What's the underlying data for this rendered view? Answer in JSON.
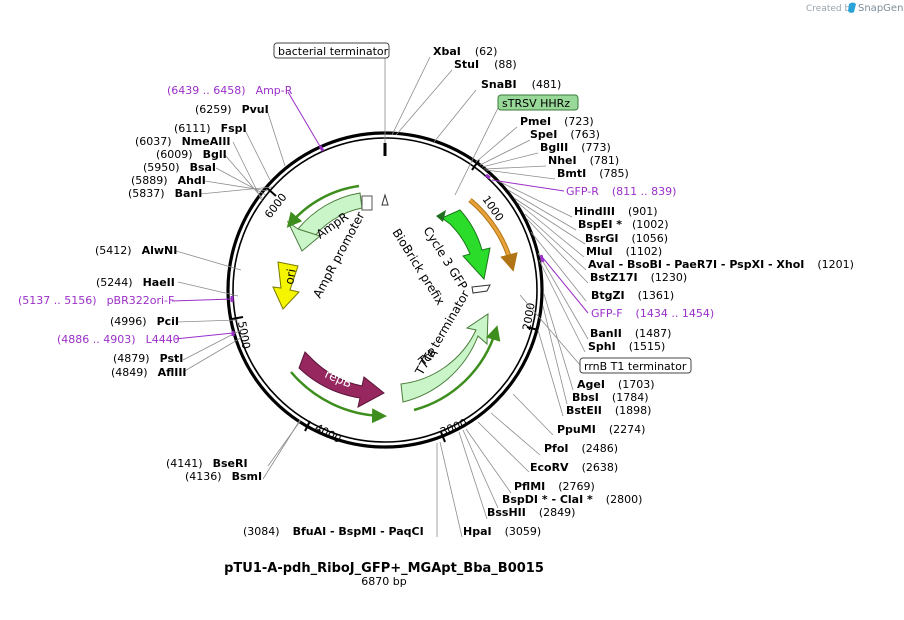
{
  "brand": {
    "created_by": "Created by",
    "app": "SnapGene"
  },
  "plasmid": {
    "name": "pTU1-A-pdh_RiboJ_GFP+_MGApt_Bba_B0015",
    "size": "6870 bp"
  },
  "ticks": [
    "1000",
    "2000",
    "3000",
    "4000",
    "5000",
    "6000"
  ],
  "sites": [
    {
      "name": "XbaI",
      "pos": "(62)"
    },
    {
      "name": "StuI",
      "pos": "(88)"
    },
    {
      "name": "SnaBI",
      "pos": "(481)"
    },
    {
      "name": "PmeI",
      "pos": "(723)"
    },
    {
      "name": "SpeI",
      "pos": "(763)"
    },
    {
      "name": "BglII",
      "pos": "(773)"
    },
    {
      "name": "NheI",
      "pos": "(781)"
    },
    {
      "name": "BmtI",
      "pos": "(785)"
    },
    {
      "name": "HindIII",
      "pos": "(901)"
    },
    {
      "name": "BspEI *",
      "pos": "(1002)"
    },
    {
      "name": "BsrGI",
      "pos": "(1056)"
    },
    {
      "name": "MluI",
      "pos": "(1102)"
    },
    {
      "name": "AvaI - BsoBI - PaeR7I - PspXI - XhoI",
      "pos": "(1201)"
    },
    {
      "name": "BstZ17I",
      "pos": "(1230)"
    },
    {
      "name": "BtgZI",
      "pos": "(1361)"
    },
    {
      "name": "BanII",
      "pos": "(1487)"
    },
    {
      "name": "SphI",
      "pos": "(1515)"
    },
    {
      "name": "AgeI",
      "pos": "(1703)"
    },
    {
      "name": "BbsI",
      "pos": "(1784)"
    },
    {
      "name": "BstEII",
      "pos": "(1898)"
    },
    {
      "name": "PpuMI",
      "pos": "(2274)"
    },
    {
      "name": "PfoI",
      "pos": "(2486)"
    },
    {
      "name": "EcoRV",
      "pos": "(2638)"
    },
    {
      "name": "PflMI",
      "pos": "(2769)"
    },
    {
      "name": "BspDI * - ClaI *",
      "pos": "(2800)"
    },
    {
      "name": "BssHII",
      "pos": "(2849)"
    },
    {
      "name": "HpaI",
      "pos": "(3059)"
    },
    {
      "name": "BfuAI - BspMI - PaqCI",
      "pos": "(3084)"
    },
    {
      "name": "BseRI",
      "pos": "(4141)"
    },
    {
      "name": "BsmI",
      "pos": "(4136)"
    },
    {
      "name": "AflIII",
      "pos": "(4849)"
    },
    {
      "name": "PstI",
      "pos": "(4879)"
    },
    {
      "name": "PciI",
      "pos": "(4996)"
    },
    {
      "name": "HaeII",
      "pos": "(5244)"
    },
    {
      "name": "AlwNI",
      "pos": "(5412)"
    },
    {
      "name": "BanI",
      "pos": "(5837)"
    },
    {
      "name": "AhdI",
      "pos": "(5889)"
    },
    {
      "name": "BsaI",
      "pos": "(5950)"
    },
    {
      "name": "BglI",
      "pos": "(6009)"
    },
    {
      "name": "NmeAIII",
      "pos": "(6037)"
    },
    {
      "name": "FspI",
      "pos": "(6111)"
    },
    {
      "name": "PvuI",
      "pos": "(6259)"
    }
  ],
  "primers": [
    {
      "name": "Amp-R",
      "range": "(6439 .. 6458)"
    },
    {
      "name": "GFP-R",
      "range": "(811 .. 839)"
    },
    {
      "name": "GFP-F",
      "range": "(1434 .. 1454)"
    },
    {
      "name": "pBR322ori-F",
      "range": "(5137 .. 5156)"
    },
    {
      "name": "L4440",
      "range": "(4886 .. 4903)"
    }
  ],
  "boxed_features": {
    "bacterial_terminator": "bacterial terminator",
    "sTRSV_HHRz": "sTRSV HHRz",
    "rrnB_T1_terminator": "rrnB T1 terminator"
  },
  "features": {
    "AmpR": "AmpR",
    "AmpR_promoter": "AmpR promoter",
    "ori": "ori",
    "repB": "repB",
    "TcR": "TcR",
    "T7Te_terminator": "T7Te terminator",
    "Cycle3_GFP": "Cycle 3 GFP",
    "BioBrick_prefix": "BioBrick prefix"
  },
  "colors": {
    "backbone": "#000000",
    "site_line": "#8c8c8c",
    "primer": "#9b30c8",
    "gfp": "#2bdc2b",
    "resistance": "#c9f5c9",
    "ori": "#f5f500",
    "repB": "#96285f",
    "orf": "#e8a23a",
    "hhrz": "#98d898"
  }
}
